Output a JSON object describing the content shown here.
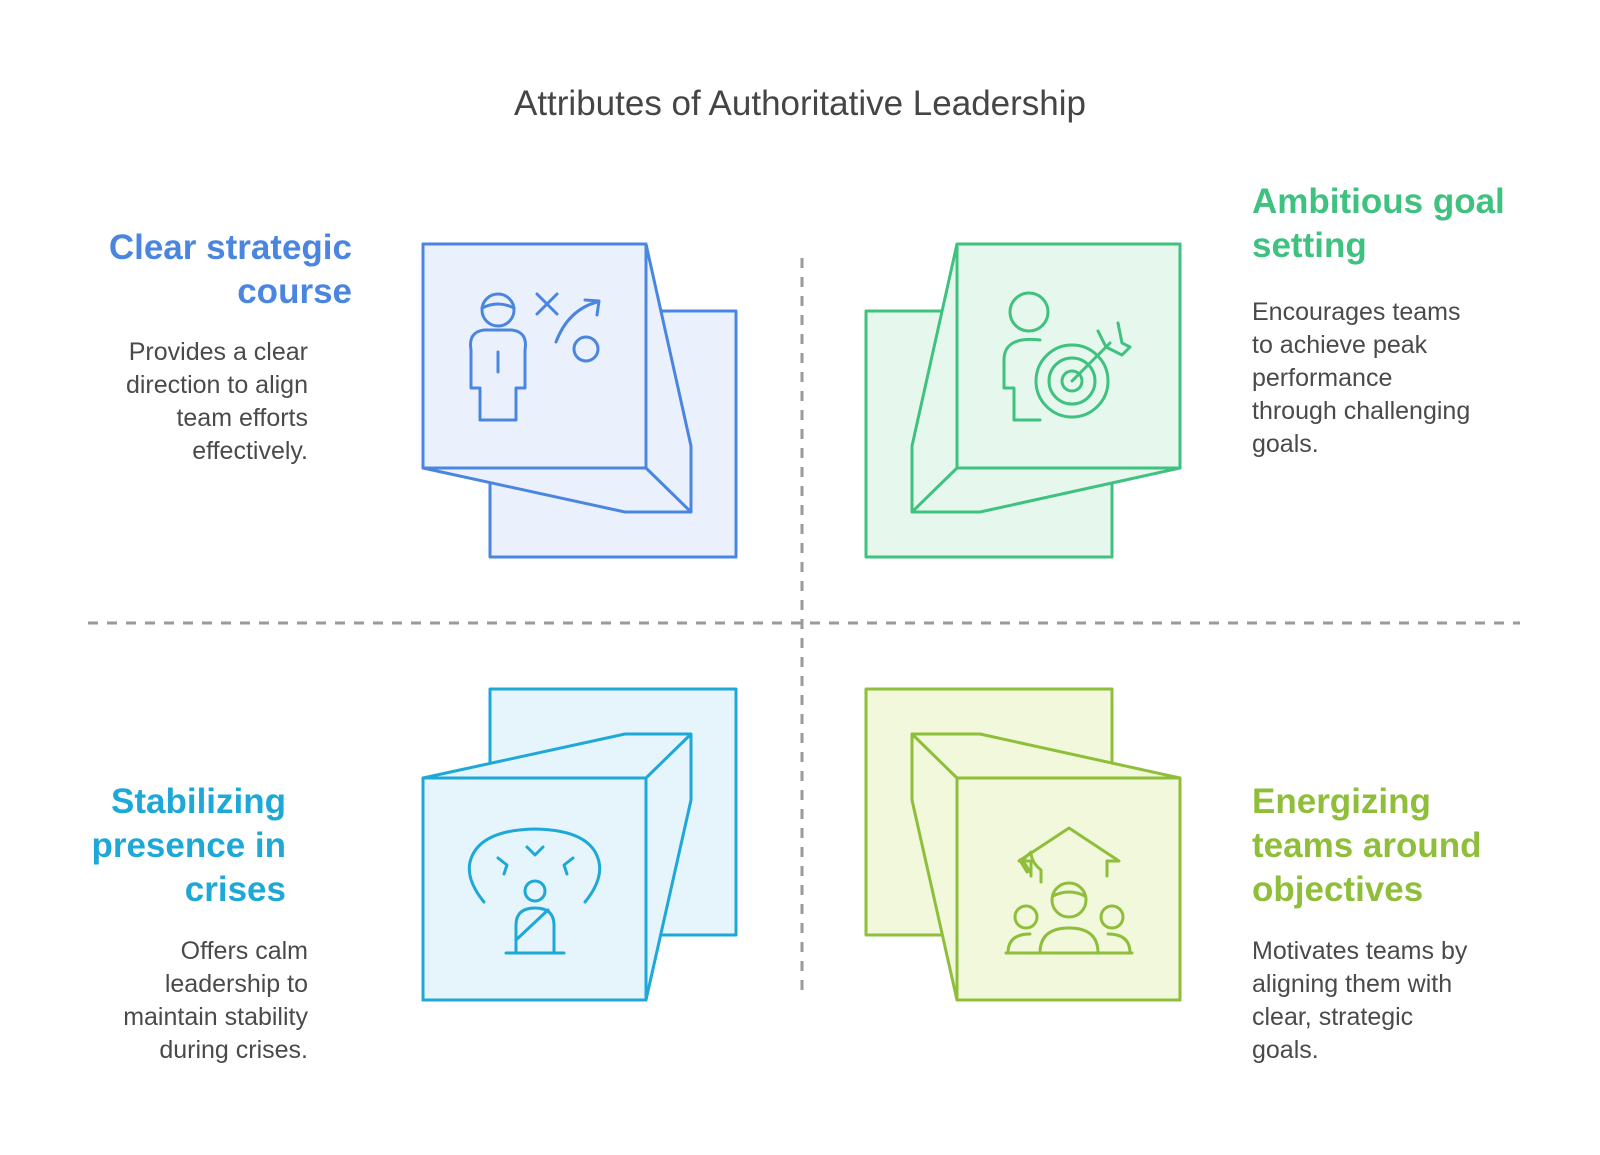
{
  "title": "Attributes of Authoritative Leadership",
  "colors": {
    "blue": "#4a86e0",
    "green": "#3fc17f",
    "cyan": "#1ea8d8",
    "lime": "#8fbf3a",
    "divider": "#9a9a9a"
  },
  "quadrants": {
    "top_left": {
      "heading": [
        "Clear strategic",
        "course"
      ],
      "description": [
        "Provides a clear",
        "direction to align",
        "team efforts",
        "effectively."
      ],
      "icon": "strategy-icon"
    },
    "top_right": {
      "heading": [
        "Ambitious goal",
        "setting"
      ],
      "description": [
        "Encourages teams",
        "to achieve peak",
        "performance",
        "through challenging",
        "goals."
      ],
      "icon": "target-icon"
    },
    "bottom_left": {
      "heading": [
        "Stabilizing",
        "presence in",
        "crises"
      ],
      "description": [
        "Offers calm",
        "leadership to",
        "maintain stability",
        "during crises."
      ],
      "icon": "calm-leader-icon"
    },
    "bottom_right": {
      "heading": [
        "Energizing",
        "teams around",
        "objectives"
      ],
      "description": [
        "Motivates teams by",
        "aligning them with",
        "clear, strategic",
        "goals."
      ],
      "icon": "team-growth-icon"
    }
  }
}
